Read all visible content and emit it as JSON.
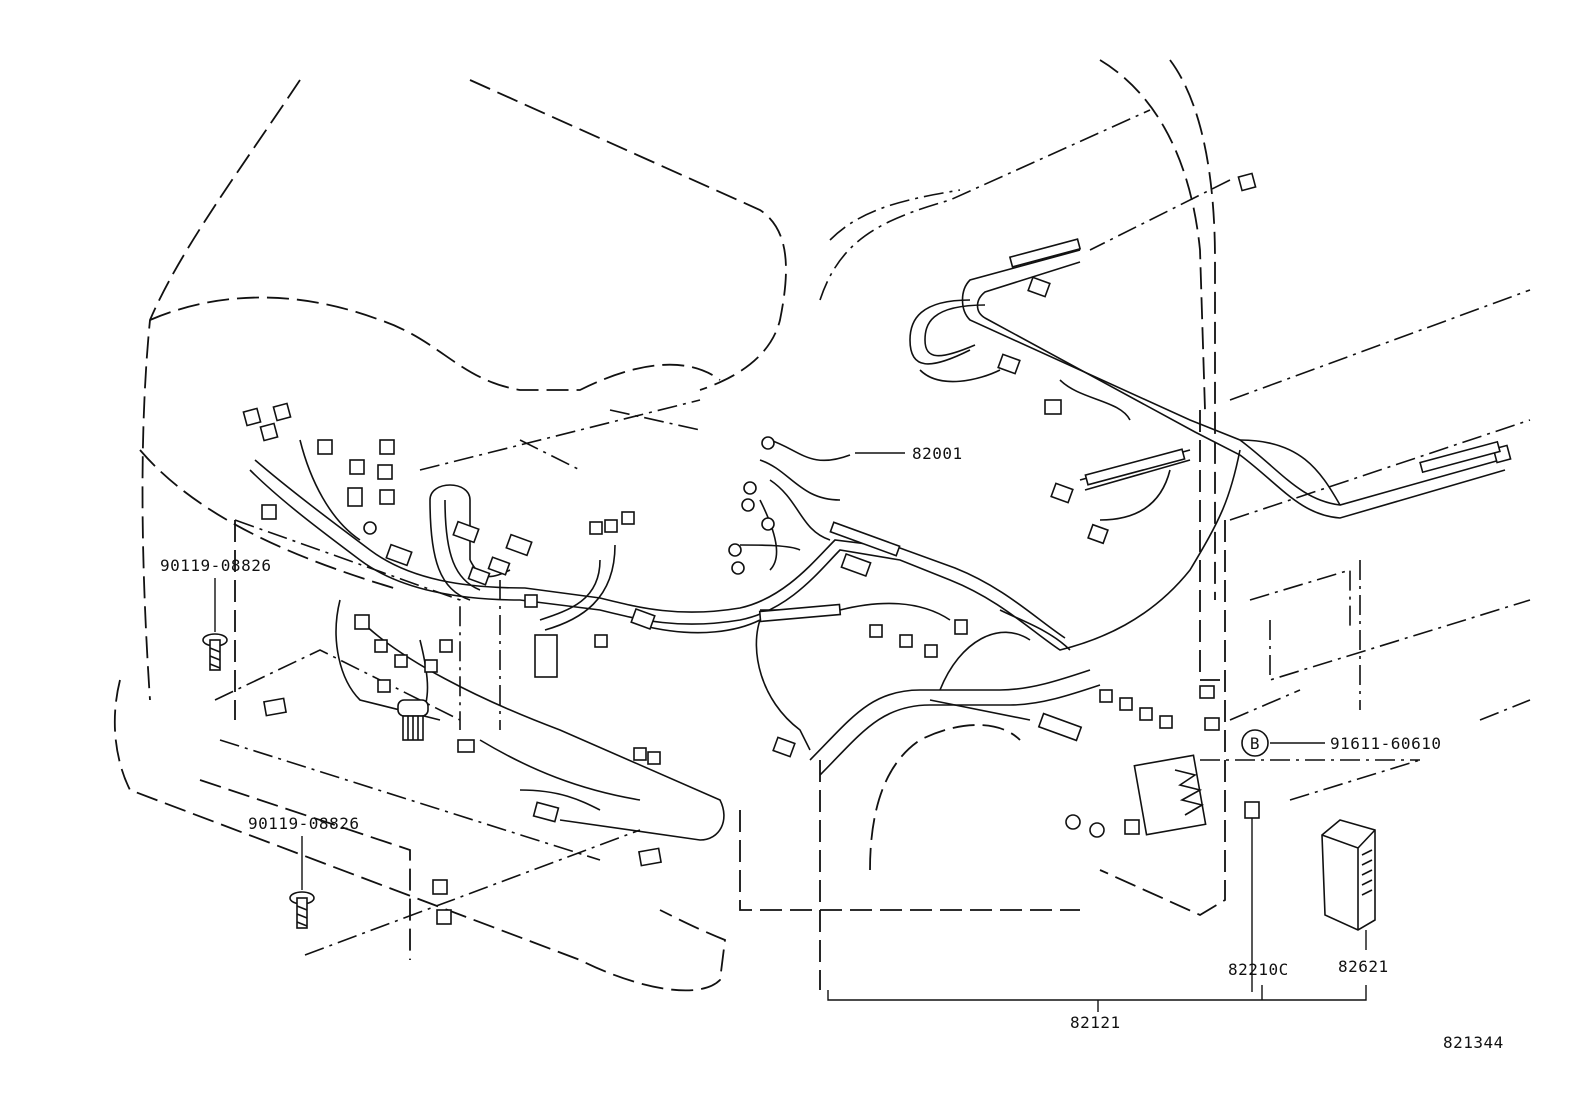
{
  "labels": {
    "p82001": "82001",
    "p90119_top": "90119-08826",
    "p90119_bottom": "90119-08826",
    "p91611": "91611-60610",
    "p82210c": "82210C",
    "p82621": "82621",
    "p82121": "82121",
    "diagram_id": "821344",
    "marker_b": "B"
  }
}
